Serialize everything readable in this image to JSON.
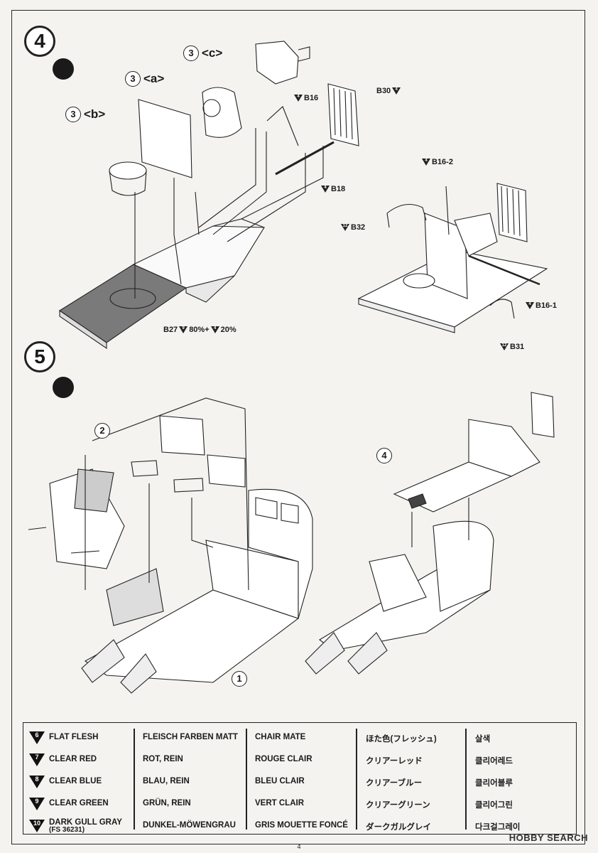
{
  "steps": [
    {
      "number": "4"
    },
    {
      "number": "5"
    }
  ],
  "step4": {
    "callouts": [
      {
        "num": "3",
        "label": "<c>"
      },
      {
        "num": "3",
        "label": "<a>"
      },
      {
        "num": "3",
        "label": "<b>"
      }
    ],
    "parts": {
      "b16": "B16",
      "b30": "B30",
      "b18": "B18",
      "b27": "B27",
      "b27_mix": "80%+",
      "b27_mix2": "20%",
      "b16_2": "B16-2",
      "b32": "B32",
      "b16_1": "B16-1",
      "b31": "B31"
    },
    "color_codes": {
      "c4": "4",
      "c9": "9",
      "c12": "12",
      "c8": "8",
      "c7": "7"
    }
  },
  "step5": {
    "callouts": [
      "2",
      "4",
      "1"
    ]
  },
  "legend": [
    {
      "code": "6",
      "en": "FLAT FLESH",
      "de": "FLEISCH FARBEN MATT",
      "fr": "CHAIR MATE",
      "ja": "ほた色(フレッシュ)",
      "ko": "살색"
    },
    {
      "code": "7",
      "en": "CLEAR RED",
      "de": "ROT, REIN",
      "fr": "ROUGE CLAIR",
      "ja": "クリアーレッド",
      "ko": "클리어레드"
    },
    {
      "code": "8",
      "en": "CLEAR BLUE",
      "de": "BLAU, REIN",
      "fr": "BLEU CLAIR",
      "ja": "クリアーブルー",
      "ko": "클리어블루"
    },
    {
      "code": "9",
      "en": "CLEAR GREEN",
      "de": "GRÜN, REIN",
      "fr": "VERT CLAIR",
      "ja": "クリアーグリーン",
      "ko": "클리어그린"
    },
    {
      "code": "10",
      "en": "DARK GULL GRAY",
      "en2": "(FS 36231)",
      "de": "DUNKEL-MÖWENGRAU",
      "fr": "GRIS MOUETTE FONCÉ",
      "ja": "ダークガルグレイ",
      "ko": "다크걸그레이"
    }
  ],
  "page_number": "4",
  "watermark": "HOBBY SEARCH"
}
